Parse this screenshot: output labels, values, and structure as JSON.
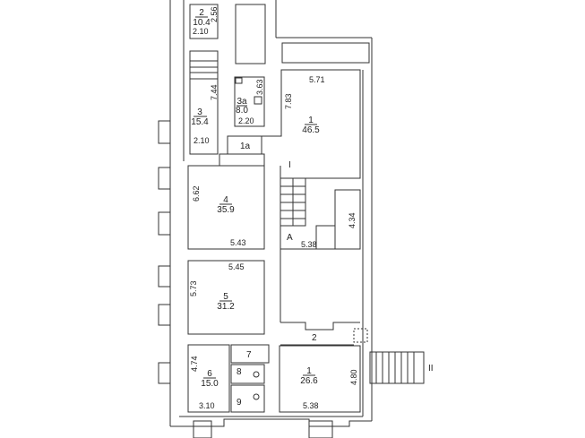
{
  "rooms": {
    "r2_top": {
      "number": "2",
      "area": "10.4",
      "dim_v": "2.56",
      "dim_h": "2.10"
    },
    "r3": {
      "number": "3",
      "area": "15.4",
      "dim_v": "7.44",
      "dim_h": "2.10"
    },
    "r3a": {
      "number": "3a",
      "area": "8.0",
      "dim_v": "3.63",
      "dim_h": "2.20"
    },
    "r1a": {
      "number": "1a"
    },
    "r1_top": {
      "number": "1",
      "area": "46.5",
      "dim_h": "5.71",
      "dim_v": "7.83"
    },
    "r4": {
      "number": "4",
      "area": "35.9",
      "dim_v": "6.62",
      "dim_h": "5.43"
    },
    "r5": {
      "number": "5",
      "area": "31.2",
      "dim_h": "5.45",
      "dim_v": "5.73"
    },
    "stair_a": {
      "label": "A",
      "dim_h": "5.38",
      "dim_v": "4.34",
      "stair_label": "I"
    },
    "r2_corridor": {
      "number": "2"
    },
    "r6": {
      "number": "6",
      "area": "15.0",
      "dim_v": "4.74",
      "dim_h": "3.10"
    },
    "r7": {
      "number": "7"
    },
    "r8": {
      "number": "8"
    },
    "r9": {
      "number": "9"
    },
    "r1_bottom": {
      "number": "1",
      "area": "26.6",
      "dim_v": "4.80",
      "dim_h": "5.38"
    },
    "stair_ii": {
      "label": "II"
    }
  }
}
